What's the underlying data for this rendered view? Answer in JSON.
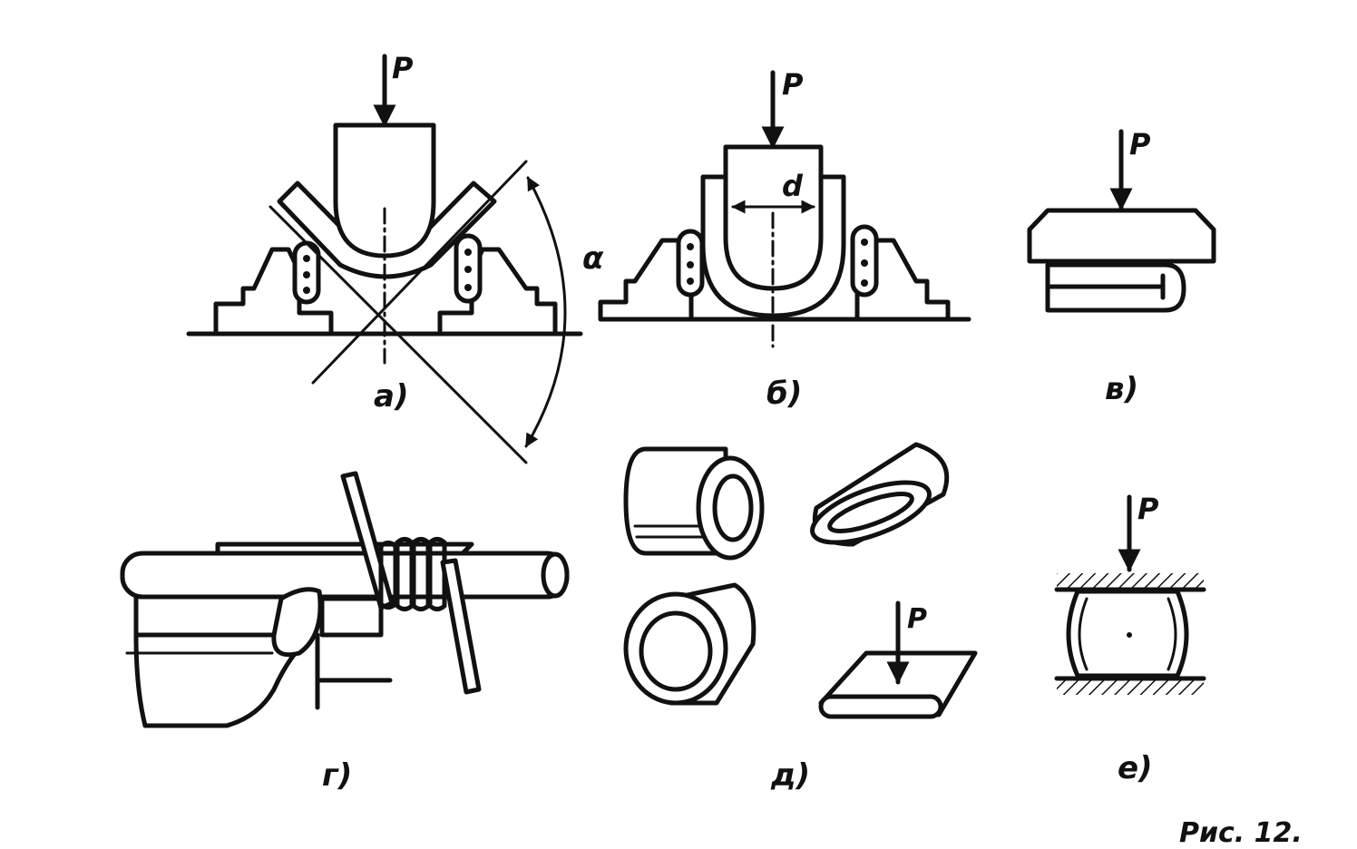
{
  "labels": {
    "force": "P",
    "angle": "α",
    "diameter": "d",
    "a": "а)",
    "b": "б)",
    "v": "в)",
    "g": "г)",
    "d": "д)",
    "e": "е)",
    "caption": "Рис. 12."
  }
}
